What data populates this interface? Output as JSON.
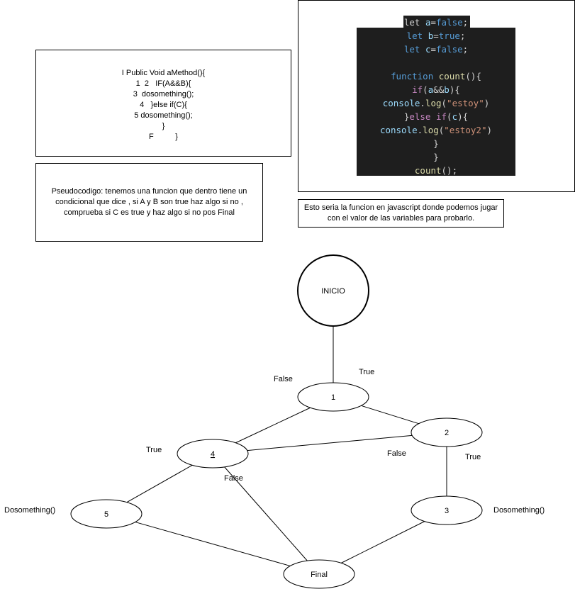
{
  "pseudocode_box": {
    "lines": [
      "I Public Void aMethod(){",
      "1  2   IF(A&&B){",
      "3  dosomething();",
      "4   }else if(C){",
      "5 dosomething();",
      "}",
      "F          }"
    ]
  },
  "description_box": {
    "text": "Pseudocodigo: tenemos una funcion que dentro tiene un condicional que dice , si A y B son true haz algo si no , comprueba si C es true y haz algo si no pos Final"
  },
  "code_box": {
    "lines": [
      [
        {
          "t": "let ",
          "c": ""
        },
        {
          "t": "a",
          "c": "vr"
        },
        {
          "t": "=",
          "c": ""
        },
        {
          "t": "false",
          "c": "kw"
        },
        {
          "t": ";",
          "c": ""
        }
      ],
      [
        {
          "t": "let ",
          "c": "kw"
        },
        {
          "t": "b",
          "c": "vr"
        },
        {
          "t": "=",
          "c": ""
        },
        {
          "t": "true",
          "c": "kw"
        },
        {
          "t": ";",
          "c": ""
        }
      ],
      [
        {
          "t": "let ",
          "c": "kw"
        },
        {
          "t": "c",
          "c": "vr"
        },
        {
          "t": "=",
          "c": ""
        },
        {
          "t": "false",
          "c": "kw"
        },
        {
          "t": ";",
          "c": ""
        }
      ],
      [],
      [
        {
          "t": "function ",
          "c": "kw"
        },
        {
          "t": "count",
          "c": "fn"
        },
        {
          "t": "(){",
          "c": ""
        }
      ],
      [
        {
          "t": "if",
          "c": "kw2"
        },
        {
          "t": "(",
          "c": ""
        },
        {
          "t": "a",
          "c": "vr"
        },
        {
          "t": "&&",
          "c": ""
        },
        {
          "t": "b",
          "c": "vr"
        },
        {
          "t": "){",
          "c": ""
        }
      ],
      [
        {
          "t": "console",
          "c": "vr"
        },
        {
          "t": ".",
          "c": ""
        },
        {
          "t": "log",
          "c": "fn"
        },
        {
          "t": "(",
          "c": ""
        },
        {
          "t": "\"estoy\"",
          "c": "st"
        },
        {
          "t": ")",
          "c": ""
        }
      ],
      [
        {
          "t": "}",
          "c": ""
        },
        {
          "t": "else ",
          "c": "kw2"
        },
        {
          "t": "if",
          "c": "kw2"
        },
        {
          "t": "(",
          "c": ""
        },
        {
          "t": "c",
          "c": "vr"
        },
        {
          "t": "){",
          "c": ""
        }
      ],
      [
        {
          "t": "console",
          "c": "vr"
        },
        {
          "t": ".",
          "c": ""
        },
        {
          "t": "log",
          "c": "fn"
        },
        {
          "t": "(",
          "c": ""
        },
        {
          "t": "\"estoy2\"",
          "c": "st"
        },
        {
          "t": ")",
          "c": ""
        }
      ],
      [
        {
          "t": "}",
          "c": ""
        }
      ],
      [
        {
          "t": "}",
          "c": ""
        }
      ],
      [
        {
          "t": "count",
          "c": "fn"
        },
        {
          "t": "();",
          "c": ""
        }
      ]
    ]
  },
  "note_box": {
    "text": "Esto seria la funcion en javascript donde podemos jugar con el valor de las variables para probarlo."
  },
  "graph": {
    "nodes": [
      {
        "id": "inicio",
        "label": "INICIO"
      },
      {
        "id": "n1",
        "label": "1"
      },
      {
        "id": "n2",
        "label": "2"
      },
      {
        "id": "n3",
        "label": "3"
      },
      {
        "id": "n4",
        "label": "4"
      },
      {
        "id": "n5",
        "label": "5"
      },
      {
        "id": "final",
        "label": "Final"
      }
    ],
    "edges": [
      {
        "from": "inicio",
        "to": "n1"
      },
      {
        "from": "n1",
        "to": "n2"
      },
      {
        "from": "n1",
        "to": "n4"
      },
      {
        "from": "n2",
        "to": "n4"
      },
      {
        "from": "n2",
        "to": "n3"
      },
      {
        "from": "n4",
        "to": "n5"
      },
      {
        "from": "n4",
        "to": "final"
      },
      {
        "from": "n5",
        "to": "final"
      },
      {
        "from": "n3",
        "to": "final"
      }
    ],
    "labels": [
      {
        "id": "false-1",
        "text": "False"
      },
      {
        "id": "true-1",
        "text": "True"
      },
      {
        "id": "true-4",
        "text": "True"
      },
      {
        "id": "false-2",
        "text": "False"
      },
      {
        "id": "true-2",
        "text": "True"
      },
      {
        "id": "false-4",
        "text": "False"
      },
      {
        "id": "dosomething-5",
        "text": "Dosomething()"
      },
      {
        "id": "dosomething-3",
        "text": "Dosomething()"
      }
    ]
  }
}
